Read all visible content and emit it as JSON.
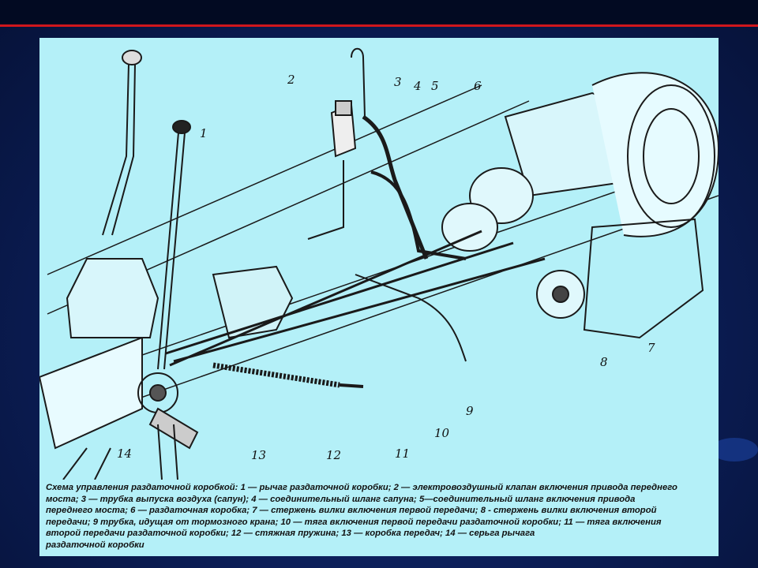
{
  "slide": {
    "accent_color": "#d0161c",
    "background_color": "#0b1d55",
    "panel_color": "#b4f0f8"
  },
  "diagram": {
    "labels": [
      "1",
      "2",
      "3",
      "4",
      "5",
      "6",
      "7",
      "8",
      "9",
      "10",
      "11",
      "12",
      "13",
      "14"
    ],
    "caption": [
      "Схема управления раздаточной коробкой: 1 — рычаг раздаточной коробки; 2 — электровоздушный клапан включения привода переднего",
      "моста; 3 — трубка выпуска воздуха (сапун); 4 — соединительный шланг сапуна; 5—соединительный шланг включения привода",
      "переднего моста; 6 — раздаточная коробка; 7 — стержень вилки включения первой передачи; 8 - стержень вилки включения второй",
      "передачи; 9 трубка, идущая от тормозного крана; 10 — тяга включения первой передачи раздаточной коробки; 11 — тяга включения",
      "второй передачи раздаточной коробки; 12 — стяжная пружина; 13 — коробка передач; 14 — серьга рычага",
      "раздаточной коробки"
    ]
  }
}
